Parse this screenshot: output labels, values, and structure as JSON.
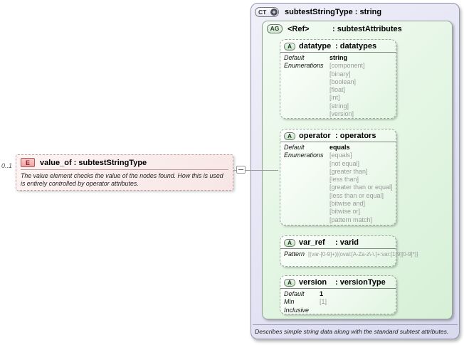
{
  "element": {
    "multiplicity": "0..1",
    "icon": "E",
    "title": "value_of : subtestStringType",
    "annotation_lines": [
      "The value element checks the value of the nodes found.  How this is used",
      "is entirely controlled by operator attributes."
    ]
  },
  "ct": {
    "icon": "CT",
    "expand_glyph": "+",
    "title": "subtestStringType : string",
    "footer": "Describes simple string data along with the standard subtest attributes.",
    "ag": {
      "icon": "AG",
      "ref": "<Ref>",
      "title": ": subtestAttributes",
      "attrs": [
        {
          "icon": "A",
          "name": "datatype",
          "type": ": datatypes",
          "rows": [
            {
              "label": "Default",
              "value": "string"
            },
            {
              "label": "Enumerations",
              "value": "[component]"
            },
            {
              "label": "",
              "value": "[binary]"
            },
            {
              "label": "",
              "value": "[boolean]"
            },
            {
              "label": "",
              "value": "[float]"
            },
            {
              "label": "",
              "value": "[int]"
            },
            {
              "label": "",
              "value": "[string]"
            },
            {
              "label": "",
              "value": "[version]"
            }
          ]
        },
        {
          "icon": "A",
          "name": "operator",
          "type": ": operators",
          "rows": [
            {
              "label": "Default",
              "value": "equals"
            },
            {
              "label": "Enumerations",
              "value": "[equals]"
            },
            {
              "label": "",
              "value": "[not equal]"
            },
            {
              "label": "",
              "value": "[greater than]"
            },
            {
              "label": "",
              "value": "[less than]"
            },
            {
              "label": "",
              "value": "[greater than or equal]"
            },
            {
              "label": "",
              "value": "[less than or equal]"
            },
            {
              "label": "",
              "value": "[bitwise and]"
            },
            {
              "label": "",
              "value": "[bitwise or]"
            },
            {
              "label": "",
              "value": "[pattern match]"
            }
          ]
        },
        {
          "icon": "A",
          "name": "var_ref",
          "type": ": varid",
          "rows": [
            {
              "label": "Pattern",
              "value": "[(var-[0-9]+)|(oval:[A-Za-z\\-\\.]+:var:[1-9][0-9]*)]"
            }
          ]
        },
        {
          "icon": "A",
          "name": "version",
          "type": ": versionType",
          "rows": [
            {
              "label": "Default",
              "value": "1"
            },
            {
              "label": "Min Inclusive",
              "value": "[1]"
            }
          ]
        }
      ]
    }
  },
  "colors": {
    "element_bg": "#fbeaea",
    "ct_bg": "#dedef2",
    "ag_bg": "#e3f6e3",
    "attr_bg": "#eef9ee",
    "muted_text": "#9a9a9a"
  }
}
